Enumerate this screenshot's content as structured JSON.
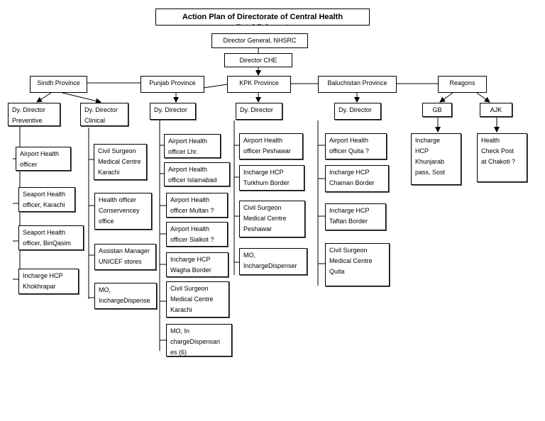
{
  "title": "Action Plan of Directorate of Central Health Establishment",
  "director_general": "Director General, NHSRC",
  "director_che": "Director CHE",
  "provinces": [
    {
      "name": "Sindh Province",
      "deputies": [
        {
          "name": "Dy. Director\nPreventive",
          "units": [
            "Airport Health\nofficer",
            "Seaport Health\nofficer, Karachi",
            "Seaport Health\nofficer, BinQasim",
            "Incharge HCP\nKhokhrapar"
          ]
        },
        {
          "name": "Dy. Director\nClinical",
          "units": [
            "Civil Surgeon\nMedical Centre\nKarachi",
            "Health officer\nConservencey\noffice",
            "Assistan Manager\nUNICEF stores",
            "MO,\nInchargeDispense"
          ]
        }
      ]
    },
    {
      "name": "Punjab Province",
      "deputies": [
        {
          "name": "Dy. Director",
          "units": [
            "Airport Health\nofficer Lhr.",
            "Airport Health\nofficer Islamabad",
            "Airport Health\nofficer Multan ?",
            "Airport Health\nofficer Sialkot ?",
            "Incharge HCP\nWagha Border",
            "Civil Surgeon\nMedical Centre\nKarachi",
            "MO, In\nchargeDispensari\nes (6)"
          ]
        }
      ]
    },
    {
      "name": "KPK Province",
      "deputies": [
        {
          "name": "Dy. Director",
          "units": [
            "Airport Health\nofficer Peshawar",
            "Incharge HCP\nTurkhum Border",
            "Civil Surgeon\nMedical Centre\nPeshawar",
            "MO,\nInchargeDispenser"
          ]
        }
      ]
    },
    {
      "name": "Baluchistan Province",
      "deputies": [
        {
          "name": "Dy. Director",
          "units": [
            "Airport Health\nofficer Quita ?",
            "Incharge HCP\nChaman Border",
            "Incharge HCP\nTaftan Border",
            "Civil Surgeon\nMedical Centre\nQuita"
          ]
        }
      ]
    },
    {
      "name": "Reagons",
      "deputies": [
        {
          "name": "GB",
          "units": [
            "Incharge\nHCP\nKhunjarab\npass, Sost"
          ]
        },
        {
          "name": "AJK",
          "units": [
            "Health\nCheck Post\nat Chakoti ?"
          ]
        }
      ]
    }
  ]
}
